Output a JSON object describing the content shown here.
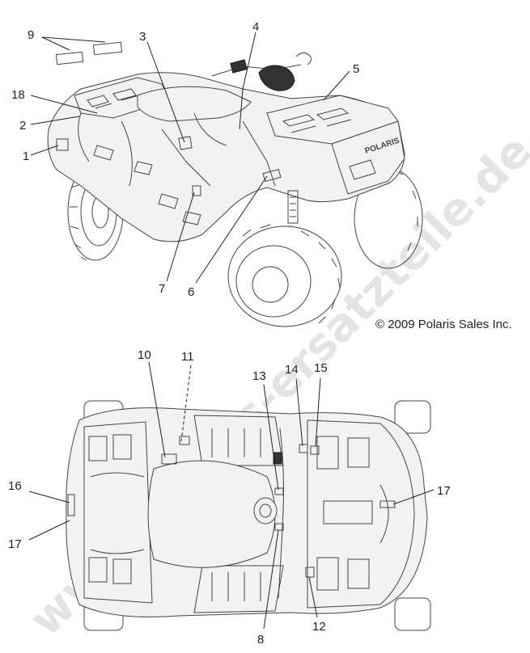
{
  "copyright": "© 2009 Polaris Sales Inc.",
  "watermark": "www.polaris-ersatzteile.de",
  "callouts": {
    "c1": "1",
    "c2": "2",
    "c3": "3",
    "c4": "4",
    "c5": "5",
    "c6": "6",
    "c7": "7",
    "c8": "8",
    "c9": "9",
    "c10": "10",
    "c11": "11",
    "c12": "12",
    "c13": "13",
    "c14": "14",
    "c15": "15",
    "c16": "16",
    "c17a": "17",
    "c17b": "17",
    "c18": "18"
  },
  "brand_plate": "POLARIS"
}
